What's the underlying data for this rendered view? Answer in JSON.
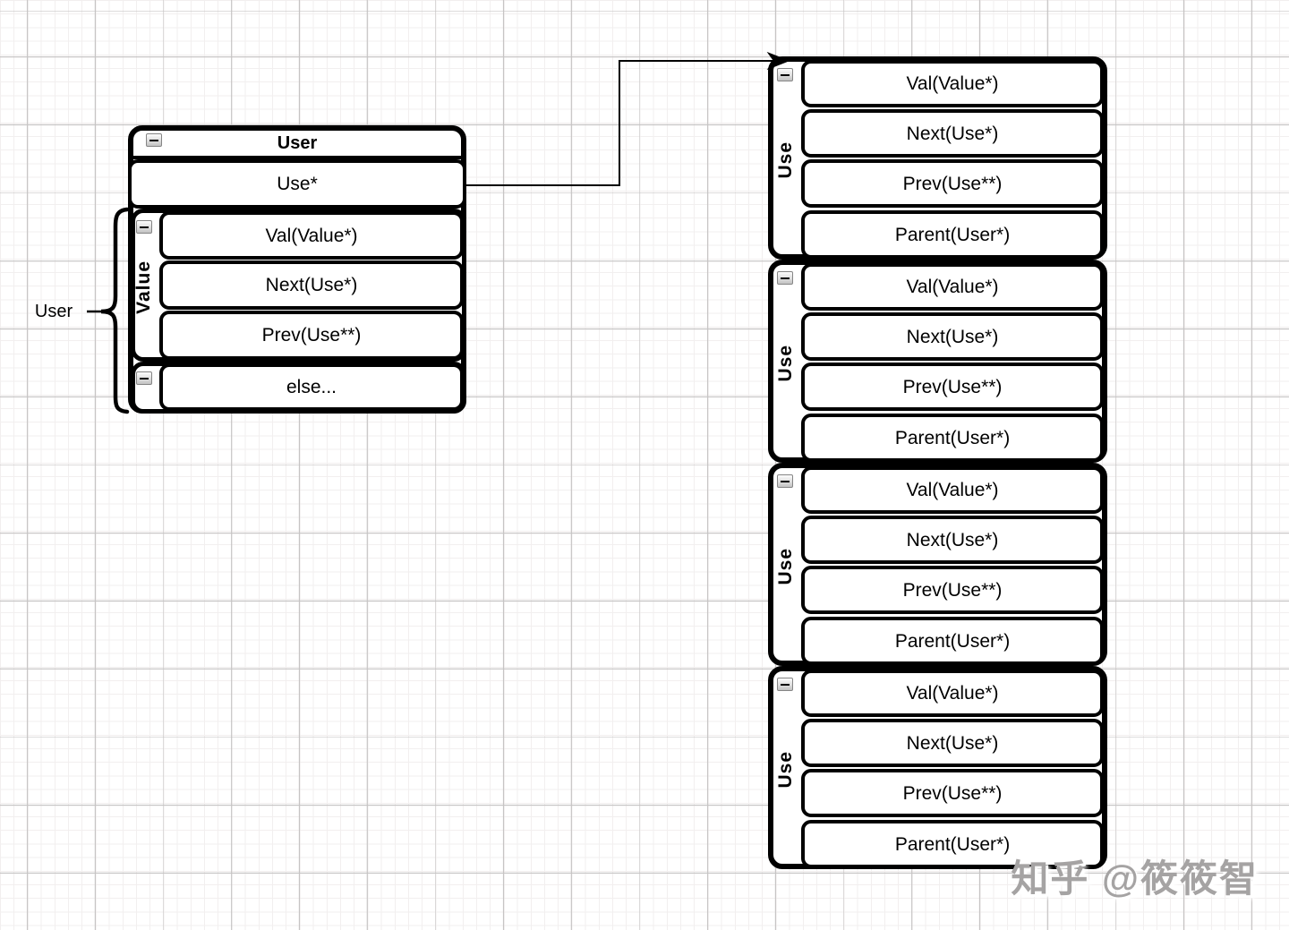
{
  "user_box": {
    "title": "User",
    "use_row": "Use*",
    "value_group": {
      "label": "Value",
      "rows": [
        "Val(Value*)",
        "Next(Use*)",
        "Prev(Use**)"
      ]
    },
    "else_group": {
      "label": "else..."
    }
  },
  "annotation": {
    "brace_label": "User"
  },
  "use_blocks": [
    {
      "label": "Use",
      "rows": [
        "Val(Value*)",
        "Next(Use*)",
        "Prev(Use**)",
        "Parent(User*)"
      ]
    },
    {
      "label": "Use",
      "rows": [
        "Val(Value*)",
        "Next(Use*)",
        "Prev(Use**)",
        "Parent(User*)"
      ]
    },
    {
      "label": "Use",
      "rows": [
        "Val(Value*)",
        "Next(Use*)",
        "Prev(Use**)",
        "Parent(User*)"
      ]
    },
    {
      "label": "Use",
      "rows": [
        "Val(Value*)",
        "Next(Use*)",
        "Prev(Use**)",
        "Parent(User*)"
      ]
    }
  ],
  "watermark": "知乎 @筱筱智",
  "colors": {
    "stroke": "#000000",
    "fill": "#ffffff",
    "grid_major": "#c6c4c4",
    "grid_minor": "#f2efef",
    "watermark": "#a5a3a3"
  }
}
